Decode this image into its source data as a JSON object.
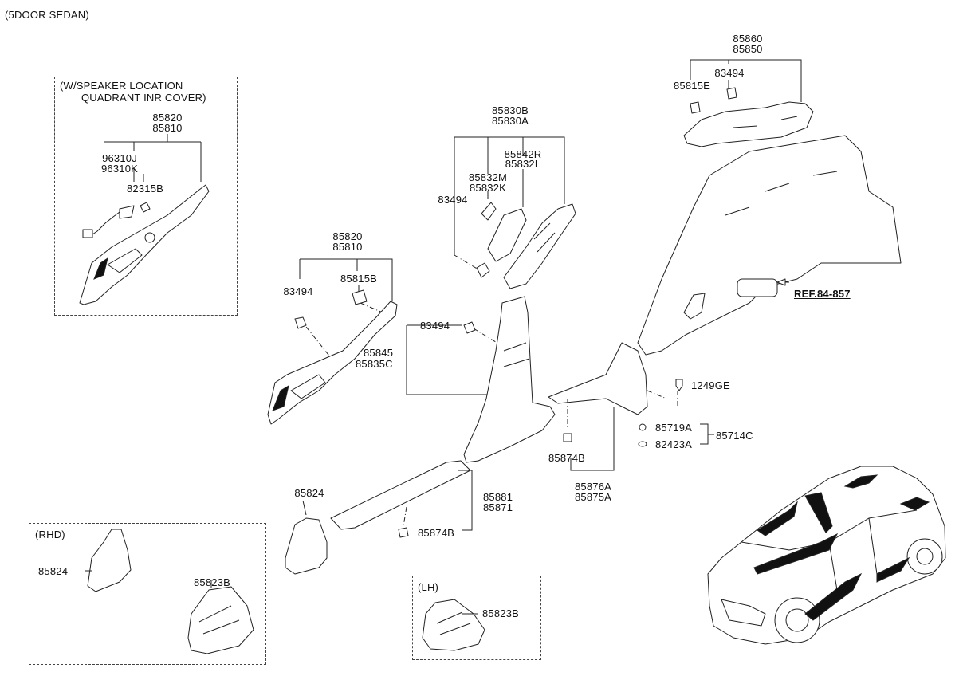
{
  "title": "(5DOOR SEDAN)",
  "boxes": {
    "speaker": "(W/SPEAKER LOCATION",
    "speaker2": "QUADRANT INR COVER)",
    "rhd": "(RHD)",
    "lh": "(LH)"
  },
  "labels": {
    "p85820_top": "85820",
    "p85810_top": "85810",
    "p96310J": "96310J",
    "p96310K": "96310K",
    "p82315B": "82315B",
    "p85820_mid": "85820",
    "p85810_mid": "85810",
    "p83494_a": "83494",
    "p85815B": "85815B",
    "p85830B": "85830B",
    "p85830A": "85830A",
    "p85842R": "85842R",
    "p85832L": "85832L",
    "p85832M": "85832M",
    "p85832K": "85832K",
    "p83494_b": "83494",
    "p83494_c": "83494",
    "p85845": "85845",
    "p85835C": "85835C",
    "p85860": "85860",
    "p85850": "85850",
    "p85815E": "85815E",
    "p83494_d": "83494",
    "ref": "REF.84-857",
    "p1249GE": "1249GE",
    "p85719A": "85719A",
    "p82423A": "82423A",
    "p85714C": "85714C",
    "p85874B_a": "85874B",
    "p85876A": "85876A",
    "p85875A": "85875A",
    "p85824_a": "85824",
    "p85881": "85881",
    "p85871": "85871",
    "p85874B_b": "85874B",
    "p85824_b": "85824",
    "p85823B_a": "85823B",
    "p85823B_b": "85823B"
  },
  "colors": {
    "line": "#222222",
    "part_fill": "#ffffff",
    "dark_fill": "#111111"
  }
}
